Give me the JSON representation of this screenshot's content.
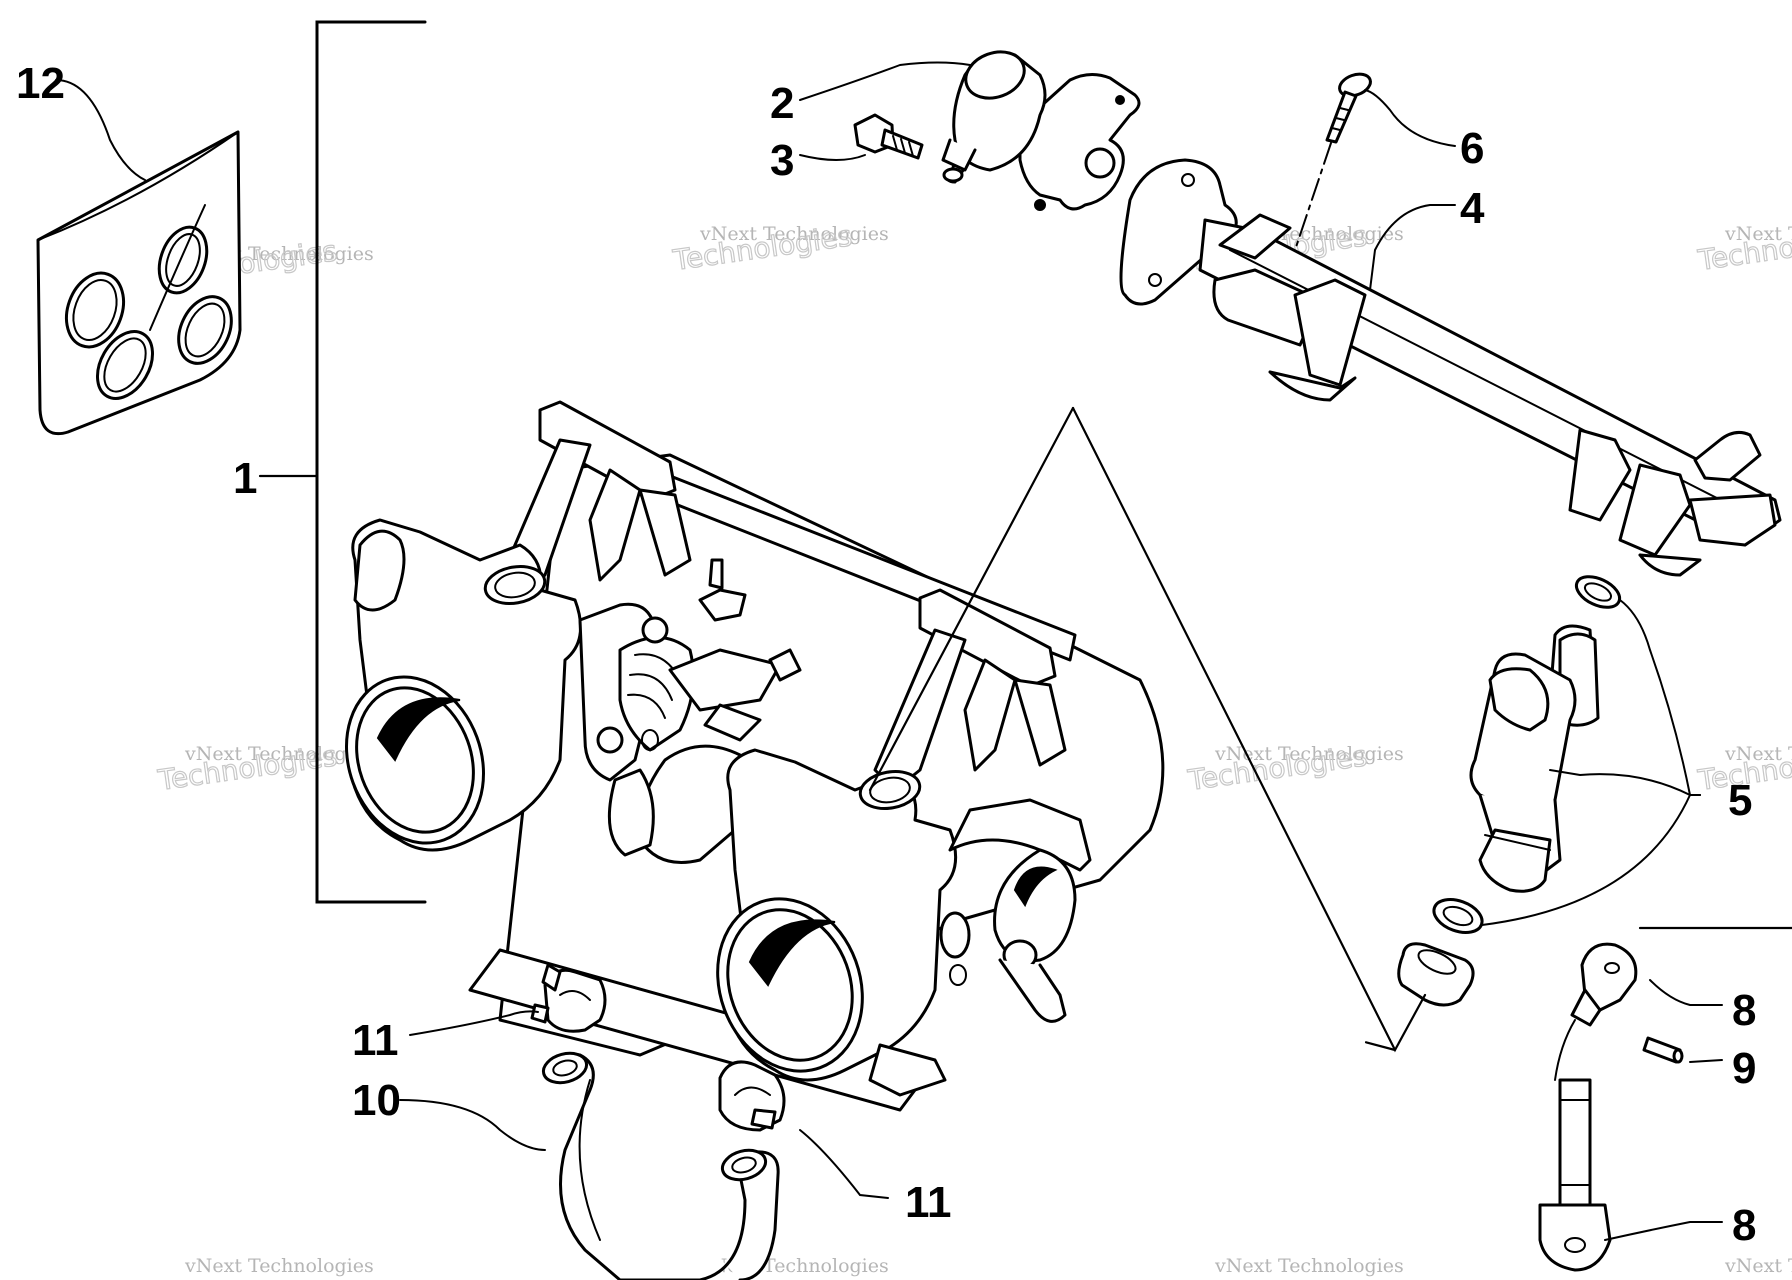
{
  "callouts": [
    {
      "id": "p1",
      "label": "1"
    },
    {
      "id": "p2",
      "label": "2"
    },
    {
      "id": "p3",
      "label": "3"
    },
    {
      "id": "p4",
      "label": "4"
    },
    {
      "id": "p5",
      "label": "5"
    },
    {
      "id": "p6",
      "label": "6"
    },
    {
      "id": "p8a",
      "label": "8"
    },
    {
      "id": "p8b",
      "label": "8"
    },
    {
      "id": "p9",
      "label": "9"
    },
    {
      "id": "p10",
      "label": "10"
    },
    {
      "id": "p11a",
      "label": "11"
    },
    {
      "id": "p11b",
      "label": "11"
    },
    {
      "id": "p12",
      "label": "12"
    }
  ],
  "watermark": {
    "line1": "vNext Technologies",
    "line2": "Technologies"
  },
  "colors": {
    "ink": "#000000",
    "paper": "#ffffff",
    "watermark": "#b5b5b5"
  }
}
